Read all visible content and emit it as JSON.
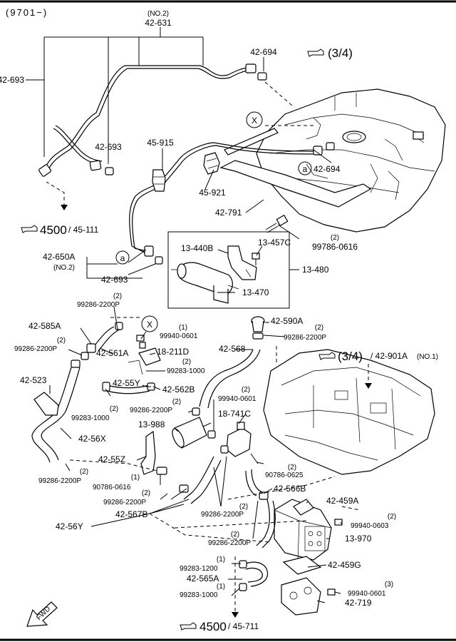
{
  "header": {
    "date_code": "(9701−)"
  },
  "labels": {
    "no2_top": "(NO.2)",
    "p42_631": "42-631",
    "p42_694_top": "42-694",
    "ref_top": "(3/4)",
    "p42_693_left": "42-693",
    "p42_693_mid": "42-693",
    "circle_x_top": "X",
    "p45_915": "45-915",
    "p42_694_right": "42-694",
    "circle_a_right": "a",
    "p45_921": "45-921",
    "p42_791": "42-791",
    "ref_4500_111": "4500",
    "ref_45_111": "/ 45-111",
    "qty_99786": "(2)",
    "p99786_0616": "99786-0616",
    "p13_440b": "13-440B",
    "p13_457c": "13-457C",
    "p13_480": "13-480",
    "p42_650a": "42-650A",
    "no2_650a": "(NO.2)",
    "circle_a_left": "a",
    "p42_693_bottom": "42-693",
    "p13_470": "13-470",
    "qty_92862_a": "(2)",
    "p99286_2200p_a": "99286-2200P",
    "circle_x_mid": "X",
    "p42_585a": "42-585A",
    "qty_92862_b": "(2)",
    "p99286_2200p_b": "99286-2200P",
    "qty_99940_1": "(1)",
    "p99940_0601_a": "99940-0601",
    "p42_561a": "42-561A",
    "p18_211d": "18-211D",
    "qty_99283_1000_a": "(2)",
    "p99283_1000_a": "99283-1000",
    "p42_590a": "42-590A",
    "qty_92862_c": "(2)",
    "p99286_2200p_c": "99286-2200P",
    "p42_568": "42-568",
    "ref_34_mid": "(3/4)",
    "p42_901a": "/ 42-901A",
    "no1": "(NO.1)",
    "p42_523": "42-523",
    "p42_55y": "42-55Y",
    "p42_562b": "42-562B",
    "qty_99283_b": "(2)",
    "p99283_1000_b": "99283-1000",
    "qty_92862_d": "(2)",
    "p99286_2200p_d": "99286-2200P",
    "qty_99940_b": "(2)",
    "p99940_0601_b": "99940-0601",
    "p18_741c": "18-741C",
    "p13_988": "13-988",
    "p42_56x": "42-56X",
    "p42_55z": "42-55Z",
    "qty_90786_a": "(1)",
    "p90786_0616": "90786-0616",
    "qty_90786_b": "(2)",
    "p90786_0625": "90786-0625",
    "qty_92862_e": "(2)",
    "p99286_2200p_e": "99286-2200P",
    "p42_566b": "42-566B",
    "qty_92862_f": "(2)",
    "p99286_2200p_f": "99286-2200P",
    "qty_92862_g": "(2)",
    "p99286_2200p_g": "99286-2200P",
    "p42_459a": "42-459A",
    "p42_567b": "42-567B",
    "qty_99940_c": "(2)",
    "p99940_0603": "99940-0603",
    "p42_56y": "42-56Y",
    "p13_970": "13-970",
    "qty_92862_h": "(2)",
    "p99286_2200p_h": "99286-2200P",
    "qty_99283_1200": "(1)",
    "p99283_1200": "99283-1200",
    "p42_459g": "42-459G",
    "p42_565a": "42-565A",
    "qty_99283_c": "(1)",
    "p99283_1000_c": "99283-1000",
    "qty_99940_d": "(3)",
    "p99940_0601_d": "99940-0601",
    "p42_719": "42-719",
    "fwd": "FWD",
    "ref_4500_711": "4500",
    "ref_45_711": "/ 45-711"
  }
}
